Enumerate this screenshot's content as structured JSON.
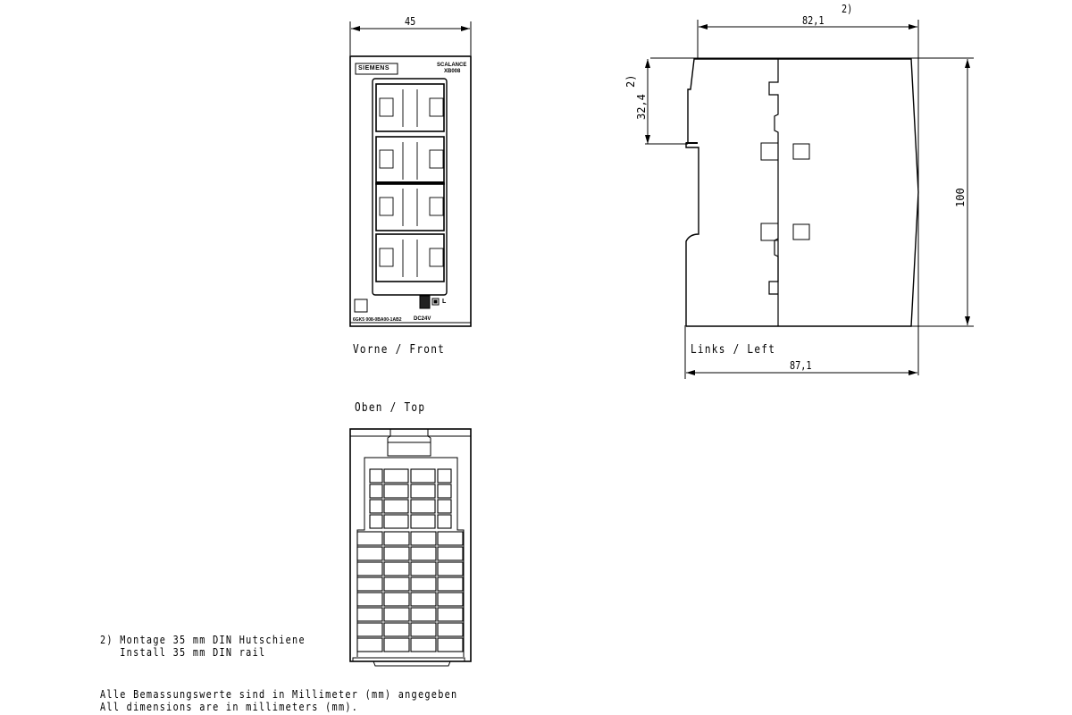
{
  "drawing": {
    "product_brand": "SIEMENS",
    "product_name": "SCALANCE",
    "product_model": "XB008",
    "order_number": "6GK5 008-0BA00-1AB2",
    "power_label": "DC24V",
    "led_label": "L",
    "port_count": 8
  },
  "views": {
    "front": {
      "label": "Vorne / Front",
      "width_dim": "45"
    },
    "left": {
      "label": "Links / Left",
      "depth_dim": "82,1",
      "depth_note": "2)",
      "total_depth_dim": "87,1",
      "height_dim": "100",
      "rail_dim": "32,4",
      "rail_note": "2)"
    },
    "top": {
      "label": "Oben / Top"
    }
  },
  "notes": {
    "footnote_de": "2) Montage 35 mm DIN Hutschiene",
    "footnote_en": "   Install 35 mm DIN rail",
    "units_de": "Alle Bemassungswerte sind in Millimeter (mm) angegeben",
    "units_en": "All dimensions are in millimeters (mm)."
  }
}
